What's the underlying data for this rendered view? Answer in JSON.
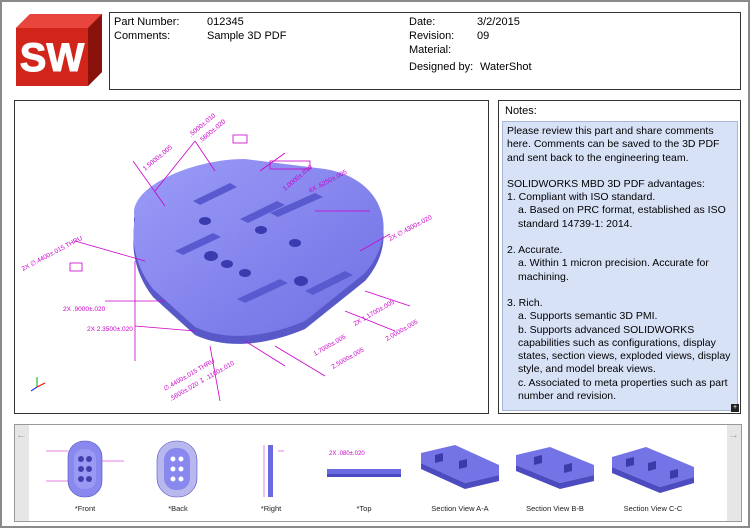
{
  "logo": {
    "text": "SW",
    "color": "#d1251c"
  },
  "header": {
    "part_number_label": "Part Number:",
    "part_number_value": "012345",
    "comments_label": "Comments:",
    "comments_value": "Sample 3D PDF",
    "date_label": "Date:",
    "date_value": "3/2/2015",
    "revision_label": "Revision:",
    "revision_value": "09",
    "material_label": "Material:",
    "material_value": "",
    "designed_by_label": "Designed by:",
    "designed_by_value": "WaterShot"
  },
  "viewport": {
    "part_color": "#8080f0",
    "annotation_color": "#cc00cc",
    "dims": {
      "d1": ".5000±.010",
      "d2": ".5600±.020",
      "d3": "1.5000±.005",
      "d4": "1.0000±.010",
      "d5": "4X .6250±.005",
      "d6": "2X ∅.4300±.020",
      "d7": "2X .9000±.020",
      "d8": "2X 2.3500±.020",
      "d9": "2X ∅.4400±.015 THRU",
      "d10": "2X 1.1700±.005",
      "d11": "2.0000±.005",
      "d12": "1.7000±.005",
      "d13": "2.5000±.005",
      "d14": "∅.4400±.015 THRU",
      "d15": ".5600±.020 ↧ .1100±.010"
    }
  },
  "notes": {
    "title": "Notes:",
    "lines": [
      "Please review this part and share comments here. Comments can be saved to the 3D PDF and sent back to the engineering team.",
      "",
      "SOLIDWORKS MBD 3D PDF advantages:",
      "1. Compliant with ISO standard.",
      "    a. Based on PRC format, established as ISO standard 14739-1: 2014.",
      "",
      "2. Accurate.",
      "    a. Within 1 micron precision. Accurate for machining.",
      "",
      "3. Rich.",
      "    a. Supports semantic 3D PMI.",
      "    b. Supports advanced SOLIDWORKS capabilities such as configurations, display states, section views, exploded views, display style, and model break views.",
      "    c. Associated to meta properties such as part number and revision."
    ]
  },
  "thumbnails": [
    {
      "label": "*Front"
    },
    {
      "label": "*Back"
    },
    {
      "label": "*Right"
    },
    {
      "label": "*Top",
      "dim": "2X .080±.020"
    },
    {
      "label": "Section View A-A"
    },
    {
      "label": "Section View B-B"
    },
    {
      "label": "Section View C-C"
    }
  ]
}
